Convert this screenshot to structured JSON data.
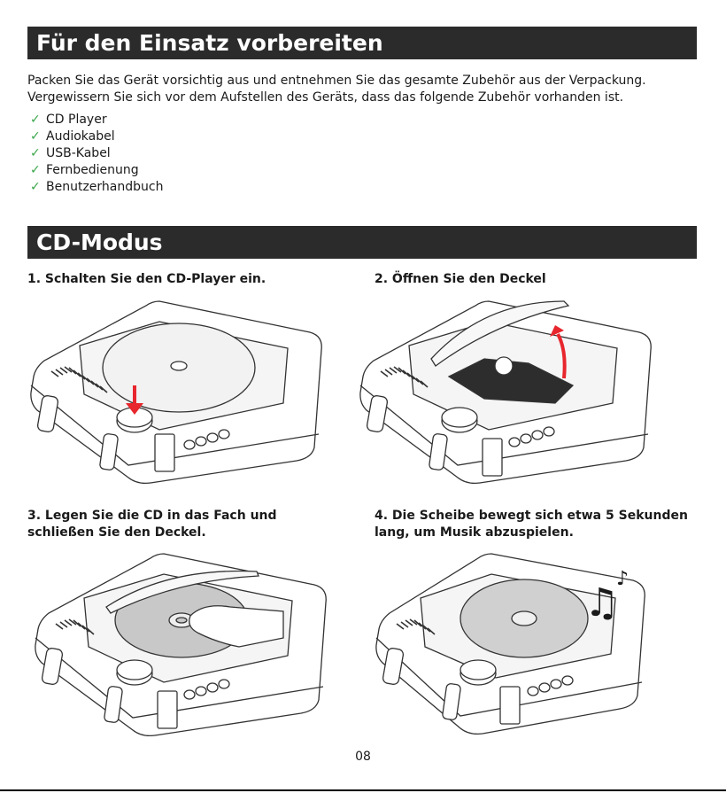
{
  "sections": {
    "prepare": {
      "title": "Für den Einsatz vorbereiten",
      "intro_line1": "Packen Sie das Gerät vorsichtig aus und entnehmen Sie das gesamte Zubehör aus der Verpackung.",
      "intro_line2": "Vergewissern Sie sich vor dem Aufstellen des Geräts, dass das folgende Zubehör vorhanden ist.",
      "checklist": [
        "CD Player",
        "Audiokabel",
        "USB-Kabel",
        "Fernbedienung",
        "Benutzerhandbuch"
      ]
    },
    "cd_mode": {
      "title": "CD-Modus",
      "steps": [
        {
          "title": "1. Schalten Sie den CD-Player ein."
        },
        {
          "title": "2. Öffnen Sie den Deckel"
        },
        {
          "title": "3. Legen Sie die CD in das Fach und schließen Sie den Deckel."
        },
        {
          "title": "4. Die Scheibe bewegt sich etwa 5 Sekunden lang, um Musik abzuspielen."
        }
      ]
    }
  },
  "colors": {
    "header_bg": "#2b2b2b",
    "check": "#3aa64a",
    "arrow": "#e8262d"
  },
  "icons": {
    "check": "check-icon",
    "music": "music-notes-icon"
  },
  "footer": {
    "page_number": "08"
  }
}
